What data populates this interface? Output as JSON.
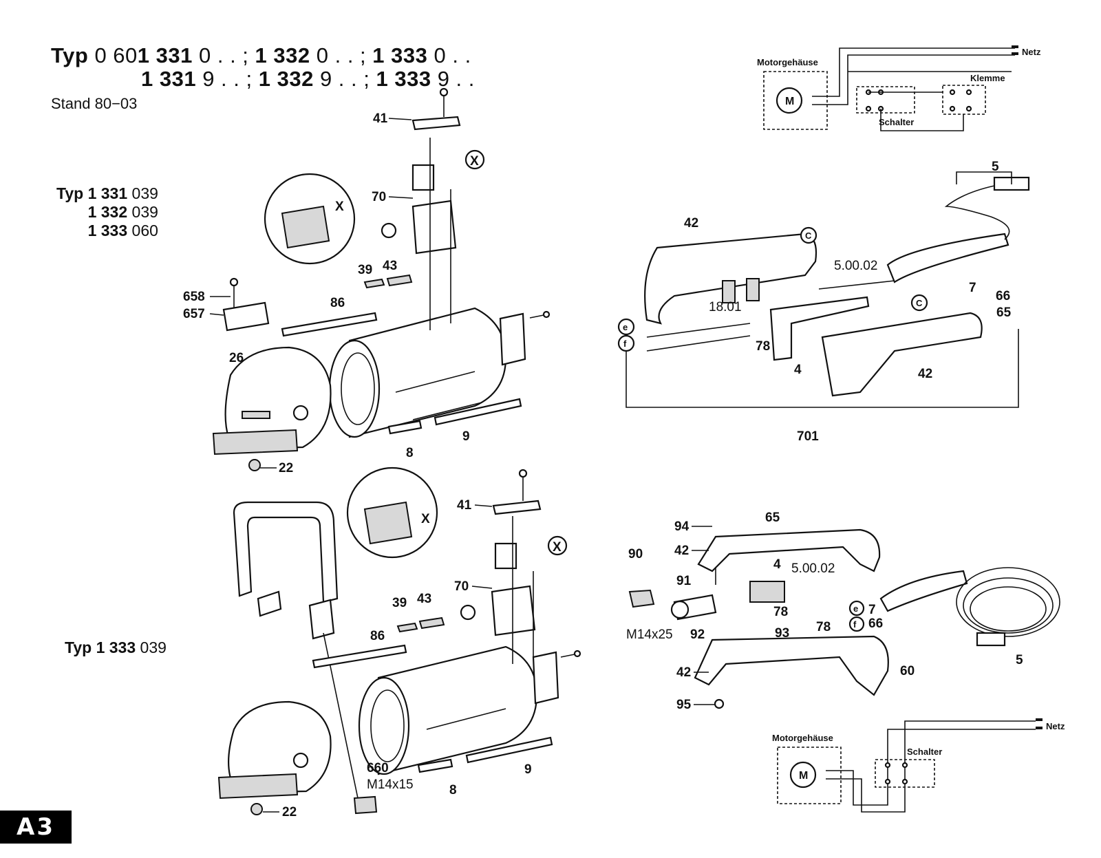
{
  "header": {
    "line1": {
      "typ": "Typ",
      "prefix": "0 60",
      "g1b": "1 331",
      "g1s": "0 . . ;",
      "g2b": "1 332",
      "g2s": "0 . . ;",
      "g3b": "1 333",
      "g3s": "0 . ."
    },
    "line2": {
      "g1b": "1 331",
      "g1s": "9 . . ;",
      "g2b": "1 332",
      "g2s": "9 . . ;",
      "g3b": "1 333",
      "g3s": "9 . ."
    },
    "stand": "Stand 80−03"
  },
  "type_groups": {
    "upper": {
      "typ": "Typ",
      "rows": [
        {
          "b": "1 331",
          "s": "039"
        },
        {
          "b": "1 332",
          "s": "039"
        },
        {
          "b": "1 333",
          "s": "060"
        }
      ]
    },
    "lower": {
      "typ": "Typ",
      "b": "1 333",
      "s": "039"
    }
  },
  "page_badge": "A3",
  "wiring": {
    "upper": {
      "housing": "Motorgehäuse",
      "motor": "M",
      "mains": "Netz",
      "switch": "Schalter",
      "terminal": "Klemme"
    },
    "lower": {
      "housing": "Motorgehäuse",
      "motor": "M",
      "mains": "Netz",
      "switch": "Schalter"
    }
  },
  "parts_upper": {
    "p41": "41",
    "x_circle": "X",
    "x_detail": "X",
    "p70": "70",
    "p39": "39",
    "p43": "43",
    "p658": "658",
    "p657": "657",
    "p86": "86",
    "p26": "26",
    "p8": "8",
    "p9": "9",
    "p22": "22"
  },
  "parts_lower": {
    "p41": "41",
    "x_circle": "X",
    "x_detail": "X",
    "p70": "70",
    "p39": "39",
    "p43": "43",
    "p86": "86",
    "p8": "8",
    "p9": "9",
    "p22": "22",
    "p660": "660",
    "p660_size": "M14x15"
  },
  "handle_upper": {
    "p5": "5",
    "p42a": "42",
    "c1": "C",
    "p500": "5.00.02",
    "p1801": "18.01",
    "p7": "7",
    "p66": "66",
    "c2": "C",
    "p65": "65",
    "e": "e",
    "f": "f",
    "p78": "78",
    "p4": "4",
    "p42b": "42",
    "p701": "701"
  },
  "handle_lower": {
    "p94": "94",
    "p65": "65",
    "p42a": "42",
    "p90": "90",
    "p4": "4",
    "p500": "5.00.02",
    "p91": "91",
    "e": "e",
    "p7": "7",
    "p78a": "78",
    "p78b": "78",
    "p93": "93",
    "f": "f",
    "p66": "66",
    "m1425": "M14x25",
    "p92": "92",
    "p5": "5",
    "p42b": "42",
    "p60": "60",
    "p95": "95"
  }
}
